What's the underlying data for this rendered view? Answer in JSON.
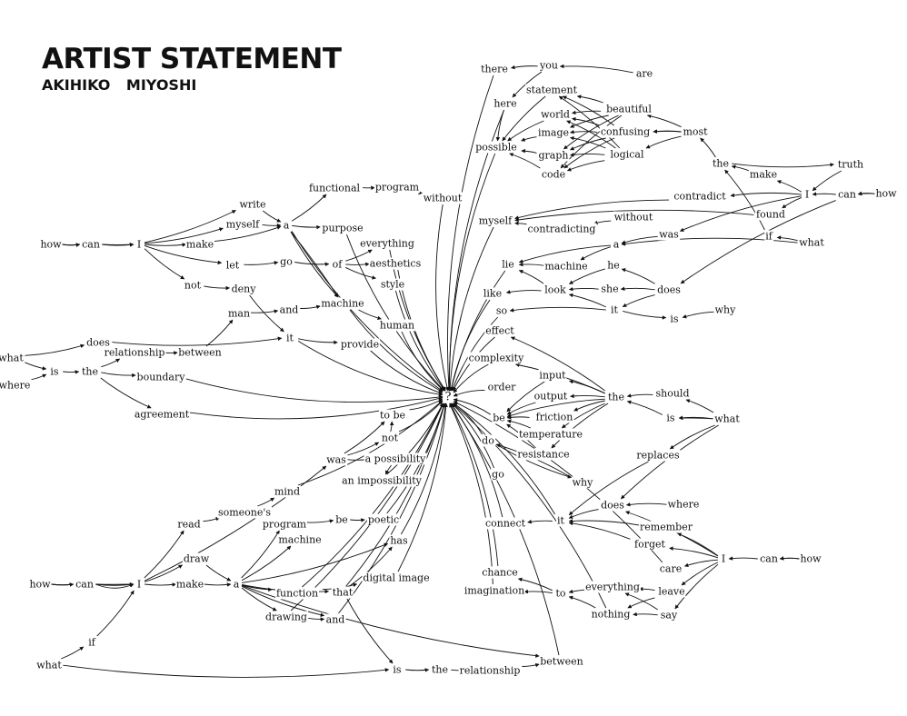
{
  "title": "ARTIST STATEMENT",
  "author": "AKIHIKO   MIYOSHI",
  "nodes": {
    "q": "?",
    "you": "you",
    "are": "are",
    "there": "there",
    "here": "here",
    "statement": "statement",
    "world": "world",
    "image_tr": "image",
    "graph": "graph",
    "code": "code",
    "possible": "possible",
    "beautiful": "beautiful",
    "confusing": "confusing",
    "logical": "logical",
    "most": "most",
    "the_tr": "the",
    "truth": "truth",
    "make_tr": "make",
    "contradict": "contradict",
    "I_tr": "I",
    "can_tr": "can",
    "how_tr": "how",
    "myself_r": "myself",
    "contradicting": "contradicting",
    "without_r": "without",
    "found": "found",
    "was_r": "was",
    "a_r": "a",
    "if_tr": "if",
    "what_tr": "what",
    "lie": "lie",
    "machine_r": "machine",
    "he": "he",
    "look": "look",
    "she": "she",
    "does_r": "does",
    "like": "like",
    "it_r": "it",
    "so": "so",
    "is_r": "is",
    "why_r": "why",
    "effect": "effect",
    "complexity": "complexity",
    "order": "order",
    "be_r": "be",
    "input": "input",
    "output": "output",
    "friction": "friction",
    "temperature": "temperature",
    "resistance": "resistance",
    "the_r": "the",
    "should": "should",
    "is_r2": "is",
    "what_r": "what",
    "do": "do",
    "why_r2": "why",
    "go_r": "go",
    "replaces": "replaces",
    "connect": "connect",
    "it_br": "it",
    "does_br": "does",
    "where_br": "where",
    "remember": "remember",
    "forget": "forget",
    "care": "care",
    "I_br": "I",
    "can_br": "can",
    "how_br": "how",
    "chance": "chance",
    "imagination": "imagination",
    "to": "to",
    "everything_br": "everything",
    "leave": "leave",
    "nothing": "nothing",
    "say": "say",
    "functional": "functional",
    "program_t": "program",
    "without_t": "without",
    "write": "write",
    "myself_l": "myself",
    "a_l": "a",
    "purpose": "purpose",
    "how_l": "how",
    "can_l": "can",
    "I_l": "I",
    "make_l": "make",
    "let": "let",
    "go_l": "go",
    "of": "of",
    "everything_l": "everything",
    "aesthetics": "aesthetics",
    "style": "style",
    "not_l": "not",
    "deny": "deny",
    "man": "man",
    "and_l": "and",
    "machine_l": "machine",
    "human": "human",
    "it_l": "it",
    "provide": "provide",
    "what_l": "what",
    "where_l": "where",
    "is_l": "is",
    "does_l": "does",
    "the_l": "the",
    "relationship_l": "relationship",
    "between_l": "between",
    "boundary": "boundary",
    "agreement": "agreement",
    "to_be": "to be",
    "not_b": "not",
    "was_b": "was",
    "a_possibility": "a possibility",
    "an_impossibility": "an impossibility",
    "mind": "mind",
    "someones": "someone's",
    "read": "read",
    "program_b": "program",
    "be_b": "be",
    "poetic": "poetic",
    "machine_b": "machine",
    "has": "has",
    "draw": "draw",
    "how_bl": "how",
    "can_bl": "can",
    "I_bl": "I",
    "make_bl": "make",
    "a_bl": "a",
    "function": "function",
    "that": "that",
    "digital_image": "digital image",
    "drawing": "drawing",
    "and_b": "and",
    "what_bl": "what",
    "if_bl": "if",
    "is_b": "is",
    "the_b": "the",
    "relationship_b": "relationship",
    "between_b": "between"
  }
}
